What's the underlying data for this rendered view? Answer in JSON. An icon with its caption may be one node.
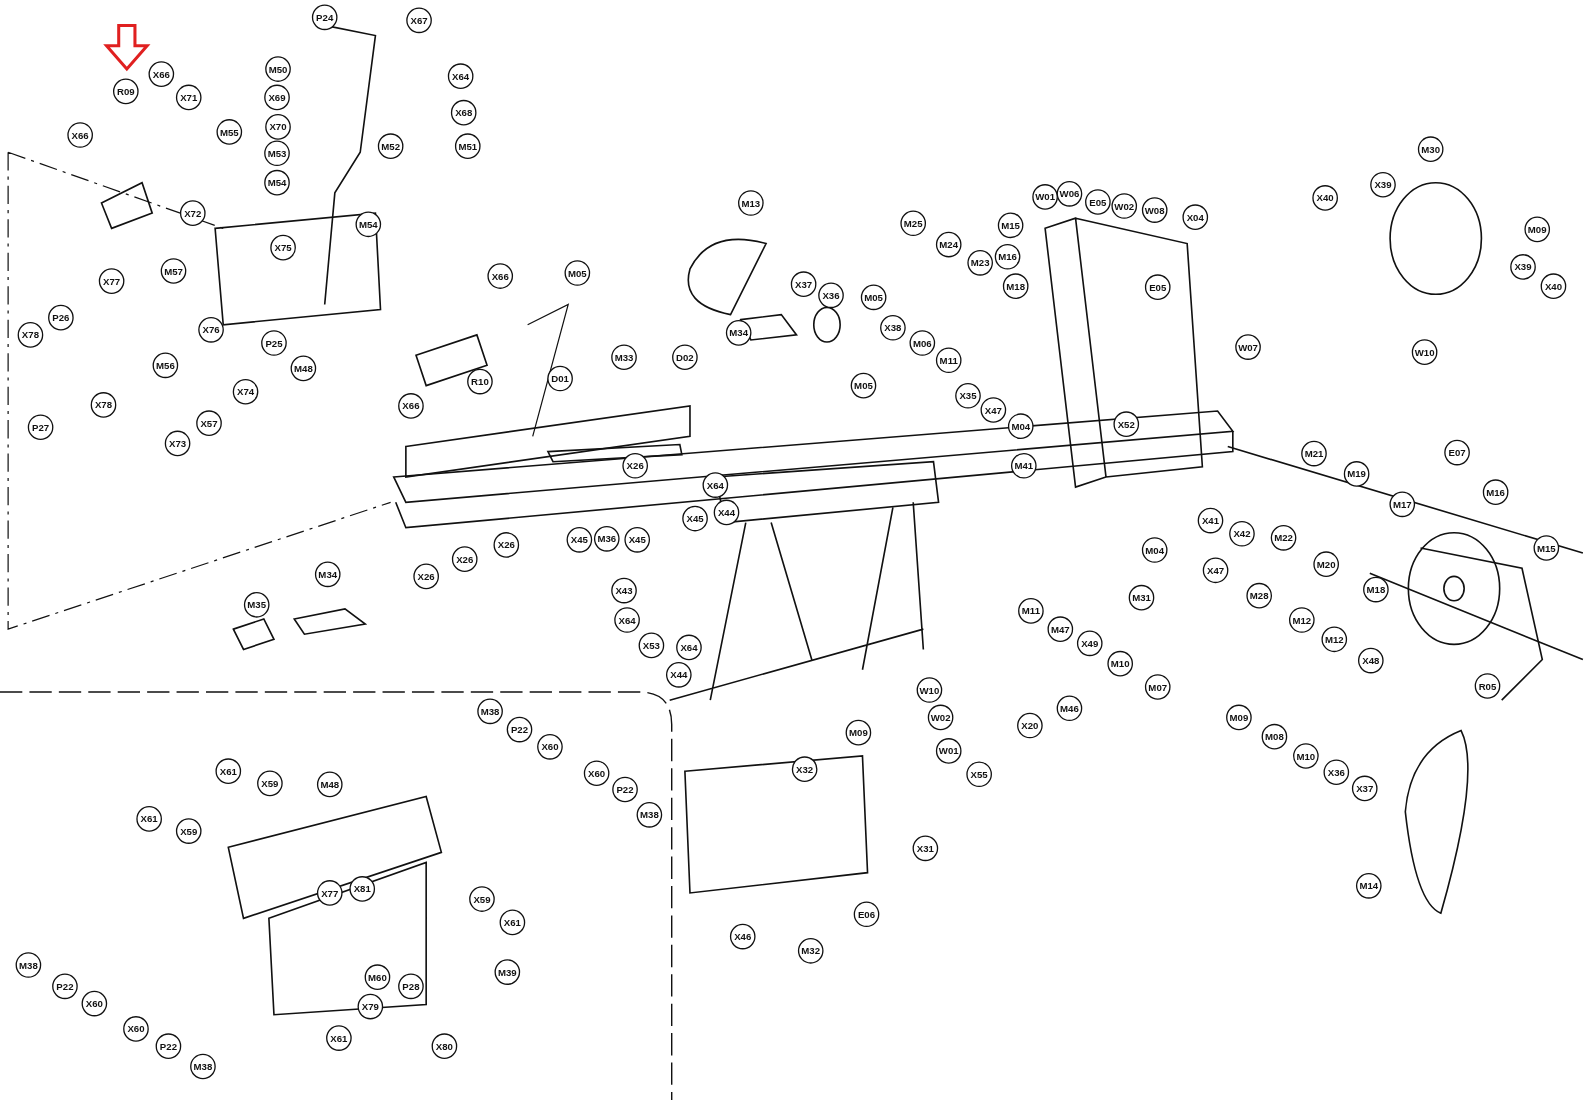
{
  "diagram": {
    "labels": [
      "P24",
      "X67",
      "X64",
      "M50",
      "X68",
      "X66",
      "R09",
      "X71",
      "X69",
      "X70",
      "M55",
      "M52",
      "M51",
      "X66",
      "M53",
      "M54",
      "M54",
      "X72",
      "X75",
      "M57",
      "X77",
      "P26",
      "X78",
      "X76",
      "P25",
      "M48",
      "M56",
      "X74",
      "R10",
      "X66",
      "X66",
      "P27",
      "X78",
      "X73",
      "X57",
      "M05",
      "M33",
      "D02",
      "D01",
      "M34",
      "M13",
      "X37",
      "X36",
      "M05",
      "X38",
      "M06",
      "M11",
      "M25",
      "M24",
      "M23",
      "M18",
      "M15",
      "W01",
      "W06",
      "E05",
      "W02",
      "W08",
      "X04",
      "M16",
      "E05",
      "W07",
      "X35",
      "X47",
      "M04",
      "M05",
      "X52",
      "M41",
      "M30",
      "X39",
      "X40",
      "M09",
      "X39",
      "X40",
      "W10",
      "M21",
      "E07",
      "M19",
      "M16",
      "M17",
      "M15",
      "M22",
      "M20",
      "M18",
      "X41",
      "X42",
      "X26",
      "X64",
      "X44",
      "X45",
      "X26",
      "X26",
      "X26",
      "X45",
      "M36",
      "X45",
      "M04",
      "X47",
      "M31",
      "M28",
      "M11",
      "M47",
      "X49",
      "M10",
      "M12",
      "M12",
      "X48",
      "M07",
      "M09",
      "M08",
      "M10",
      "X36",
      "X37",
      "R05",
      "X20",
      "M46",
      "X43",
      "X64",
      "X53",
      "X64",
      "X44",
      "M35",
      "M34",
      "W10",
      "W02",
      "W01",
      "M09",
      "X55",
      "X32",
      "X31",
      "E06",
      "X46",
      "M32",
      "M14",
      "M38",
      "P22",
      "X60",
      "X61",
      "X59",
      "M48",
      "X60",
      "P22",
      "M38",
      "X61",
      "X59",
      "X77",
      "X81",
      "X59",
      "X61",
      "M38",
      "P22",
      "X60",
      "M60",
      "P28",
      "M39",
      "X79",
      "X80",
      "X60",
      "P22",
      "M38",
      "X61"
    ]
  }
}
